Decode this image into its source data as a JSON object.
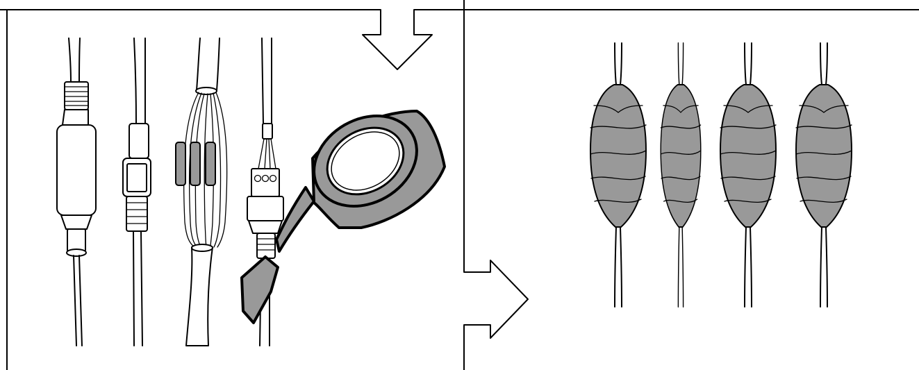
{
  "diagram": {
    "left_panel": {
      "connectors": [
        "power-plug",
        "bnc-connector",
        "wire-splice",
        "terminal-block"
      ],
      "tool": "electrical-tape-roll"
    },
    "right_panel": {
      "wrapped_connections": 4
    },
    "arrows": [
      "down-arrow",
      "right-arrow"
    ],
    "colors": {
      "tape": "#999999",
      "line": "#000000",
      "background": "#ffffff"
    }
  }
}
